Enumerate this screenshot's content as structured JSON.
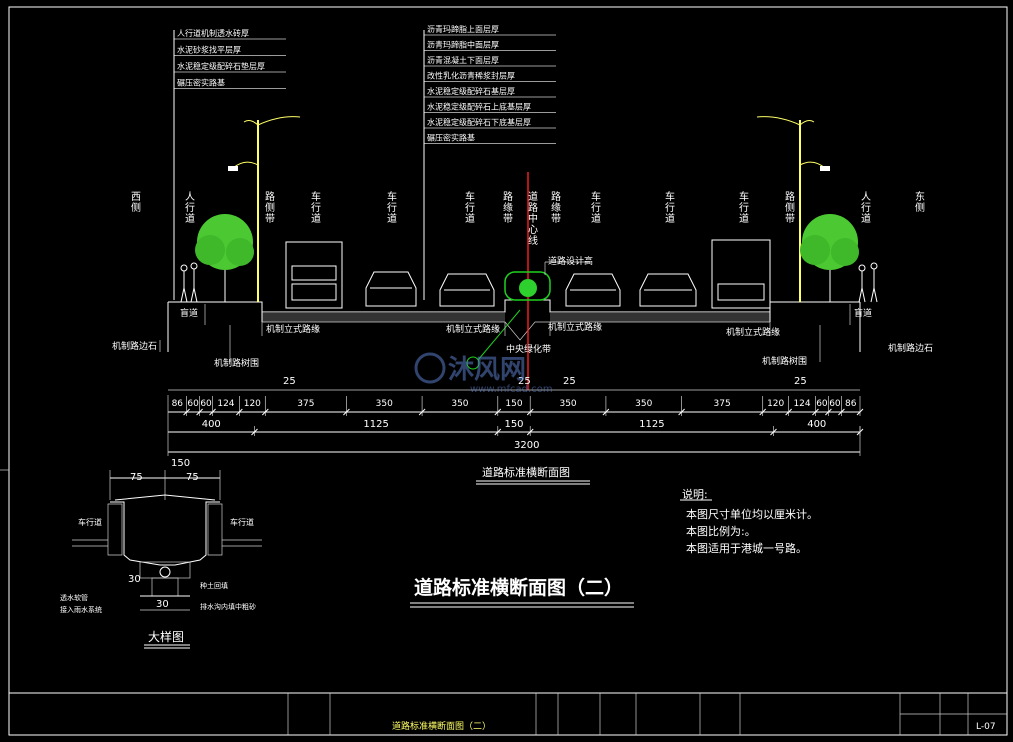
{
  "colors": {
    "background": "#000000",
    "lines": "#ffffff",
    "text": "#ffffff",
    "centerline": "#ff2020",
    "green": "#1fd11f",
    "tree": "#4cc832",
    "watermark": "#5a7cc8"
  },
  "layers_left": [
    "人行道机制透水砖厚",
    "水泥砂浆找平层厚",
    "水泥稳定级配碎石垫层厚",
    "碾压密实路基"
  ],
  "layers_mid": [
    "沥青玛蹄脂上面层厚",
    "沥青玛蹄脂中面层厚",
    "沥青混凝土下面层厚",
    "改性乳化沥青稀浆封层厚",
    "水泥稳定级配碎石基层厚",
    "水泥稳定级配碎石上底基层厚",
    "水泥稳定级配碎石下底基层厚",
    "碾压密实路基"
  ],
  "zones": [
    "西侧",
    "人行道",
    "路侧带",
    "车行道",
    "车行道",
    "车行道",
    "路缘带",
    "道路中心线",
    "路缘带",
    "车行道",
    "车行道",
    "车行道",
    "路侧带",
    "人行道",
    "东侧"
  ],
  "callouts": {
    "design_elev": "道路设计高",
    "sidewalk_left": "盲道",
    "sidewalk_right": "盲道",
    "curb_left": "机制路边石",
    "curb_right": "机制路边石",
    "backing_left": "机制路树围",
    "backing_right": "机制路树围",
    "flat_left": "机制立式路缘",
    "flat_mid_l": "机制立式路缘",
    "flat_mid_r": "机制立式路缘",
    "flat_right": "机制立式路缘",
    "median": "中央绿化带"
  },
  "dims_row1": [
    "86",
    "60",
    "60",
    "124",
    "120",
    "375",
    "350",
    "350",
    "150",
    "350",
    "350",
    "375",
    "120",
    "124",
    "60",
    "60",
    "86"
  ],
  "dims_small": [
    "25",
    "25",
    "25",
    "25"
  ],
  "dims_row2": [
    "400",
    "1125",
    "150",
    "1125",
    "400"
  ],
  "dims_total": "3200",
  "section_caption": "道路标准横断面图",
  "detail": {
    "top": "150",
    "left": "75",
    "right": "75",
    "lane_l": "车行道",
    "lane_r": "车行道",
    "bottom_l": "30",
    "bottom_r": "30",
    "note1": "透水软管",
    "note2": "接入雨水系统",
    "note3": "种土回填",
    "note4": "排水沟内填中粗砂",
    "caption": "大样图"
  },
  "notes": {
    "title": "说明:",
    "lines": [
      "本图尺寸单位均以厘米计。",
      "本图比例为:。",
      "本图适用于港城一号路。"
    ]
  },
  "main_title": "道路标准横断面图（二）",
  "title_block": {
    "drawing_name": "道路标准横断面图（二）",
    "sheet": "L-07"
  },
  "watermark": {
    "text": "沐风网",
    "url": "www.mfcad.com"
  }
}
